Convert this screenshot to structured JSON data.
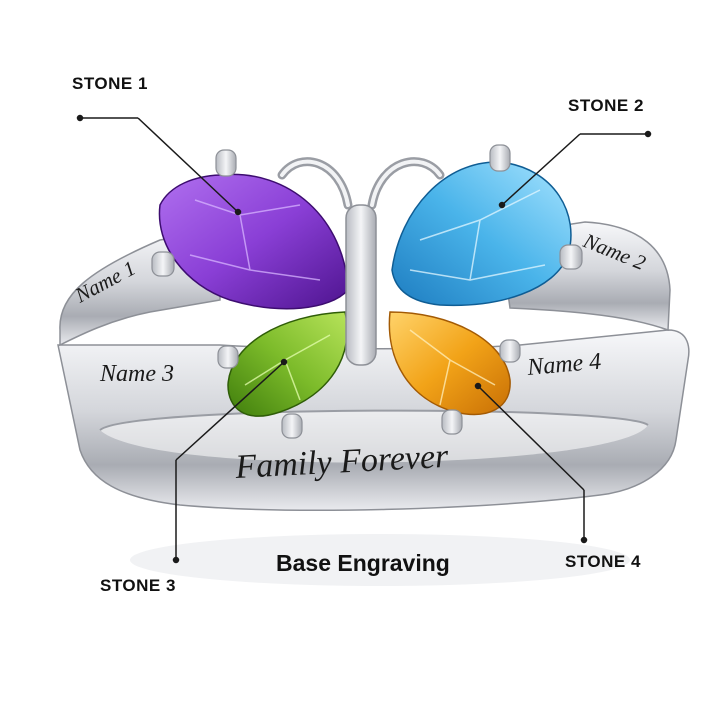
{
  "callouts": {
    "stone1": "STONE 1",
    "stone2": "STONE 2",
    "stone3": "STONE 3",
    "stone4": "STONE 4"
  },
  "engravings": {
    "name1": "Name 1",
    "name2": "Name 2",
    "name3": "Name 3",
    "name4": "Name 4",
    "base": "Family Forever"
  },
  "base_caption": "Base Engraving",
  "colors": {
    "stone1_amethyst": "#8a3fd6",
    "stone2_topaz": "#4ab4ea",
    "stone3_peridot": "#7cbb2a",
    "stone4_citrine": "#f2a318",
    "metal": "#d9dbe0"
  },
  "icons": [
    "butterfly-ring-image"
  ]
}
